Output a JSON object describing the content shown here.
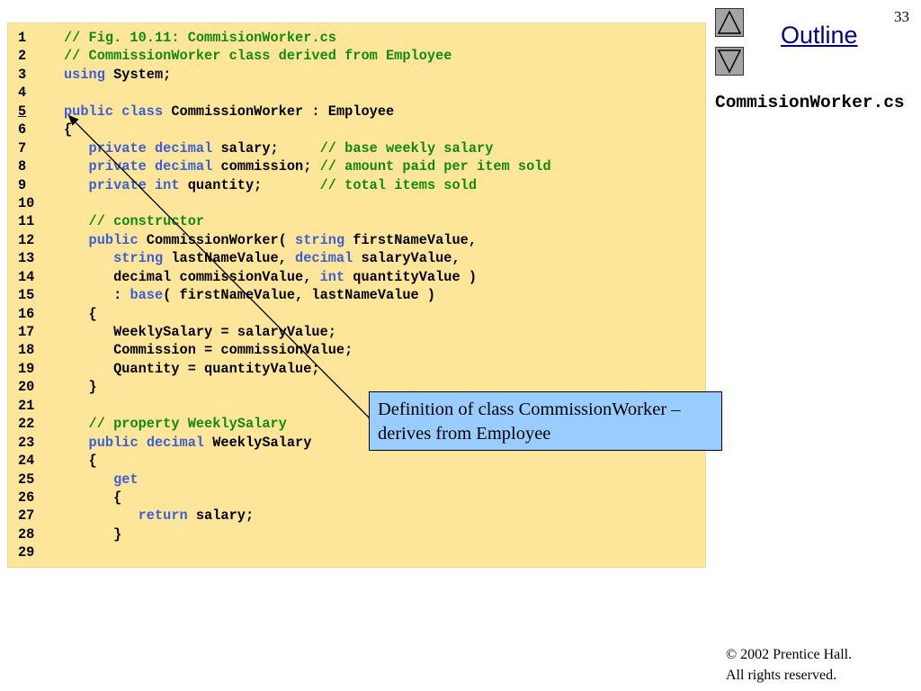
{
  "slide": {
    "page_number": "33",
    "outline_label": "Outline",
    "file_name": "CommisionWorker.cs",
    "callout_text": "Definition of class CommissionWorker – derives from Employee",
    "copyright_line1": "© 2002 Prentice Hall.",
    "copyright_line2": "All rights reserved."
  },
  "nav": {
    "up_icon": "triangle-up-icon",
    "down_icon": "triangle-down-icon"
  },
  "colors": {
    "code_background": "#fde69a",
    "keyword": "#3b5fd6",
    "comment": "#118a11",
    "callout_background": "#99ccff",
    "outline_link": "#000080"
  },
  "code": {
    "lines": [
      {
        "num": "1",
        "segments": [
          {
            "t": "// Fig. 10.11: CommisionWorker.cs",
            "k": "comment"
          }
        ]
      },
      {
        "num": "2",
        "segments": [
          {
            "t": "// CommissionWorker class derived from Employee",
            "k": "comment"
          }
        ]
      },
      {
        "num": "3",
        "segments": [
          {
            "t": "using",
            "k": "keyword"
          },
          {
            "t": " System;",
            "k": "plain"
          }
        ]
      },
      {
        "num": "4",
        "segments": []
      },
      {
        "num": "5",
        "underline": true,
        "segments": [
          {
            "t": "public",
            "k": "keyword"
          },
          {
            "t": " ",
            "k": "plain"
          },
          {
            "t": "class",
            "k": "keyword"
          },
          {
            "t": " CommissionWorker : Employee",
            "k": "plain"
          }
        ]
      },
      {
        "num": "6",
        "segments": [
          {
            "t": "{",
            "k": "plain"
          }
        ]
      },
      {
        "num": "7",
        "segments": [
          {
            "t": "   ",
            "k": "plain"
          },
          {
            "t": "private",
            "k": "keyword"
          },
          {
            "t": " ",
            "k": "plain"
          },
          {
            "t": "decimal",
            "k": "keyword"
          },
          {
            "t": " salary;     ",
            "k": "plain"
          },
          {
            "t": "// base weekly salary",
            "k": "comment"
          }
        ]
      },
      {
        "num": "8",
        "segments": [
          {
            "t": "   ",
            "k": "plain"
          },
          {
            "t": "private",
            "k": "keyword"
          },
          {
            "t": " ",
            "k": "plain"
          },
          {
            "t": "decimal",
            "k": "keyword"
          },
          {
            "t": " commission; ",
            "k": "plain"
          },
          {
            "t": "// amount paid per item sold",
            "k": "comment"
          }
        ]
      },
      {
        "num": "9",
        "segments": [
          {
            "t": "   ",
            "k": "plain"
          },
          {
            "t": "private",
            "k": "keyword"
          },
          {
            "t": " ",
            "k": "plain"
          },
          {
            "t": "int",
            "k": "keyword"
          },
          {
            "t": " quantity;       ",
            "k": "plain"
          },
          {
            "t": "// total items sold",
            "k": "comment"
          }
        ]
      },
      {
        "num": "10",
        "segments": []
      },
      {
        "num": "11",
        "segments": [
          {
            "t": "   ",
            "k": "plain"
          },
          {
            "t": "// constructor",
            "k": "comment"
          }
        ]
      },
      {
        "num": "12",
        "segments": [
          {
            "t": "   ",
            "k": "plain"
          },
          {
            "t": "public",
            "k": "keyword"
          },
          {
            "t": " CommissionWorker( ",
            "k": "plain"
          },
          {
            "t": "string",
            "k": "keyword"
          },
          {
            "t": " firstNameValue,",
            "k": "plain"
          }
        ]
      },
      {
        "num": "13",
        "segments": [
          {
            "t": "      ",
            "k": "plain"
          },
          {
            "t": "string",
            "k": "keyword"
          },
          {
            "t": " lastNameValue, ",
            "k": "plain"
          },
          {
            "t": "decimal",
            "k": "keyword"
          },
          {
            "t": " salaryValue,",
            "k": "plain"
          }
        ]
      },
      {
        "num": "14",
        "segments": [
          {
            "t": "      decimal commissionValue, ",
            "k": "plain"
          },
          {
            "t": "int",
            "k": "keyword"
          },
          {
            "t": " quantityValue )",
            "k": "plain"
          }
        ]
      },
      {
        "num": "15",
        "segments": [
          {
            "t": "      : ",
            "k": "plain"
          },
          {
            "t": "base",
            "k": "keyword"
          },
          {
            "t": "( firstNameValue, lastNameValue )",
            "k": "plain"
          }
        ]
      },
      {
        "num": "16",
        "segments": [
          {
            "t": "   {",
            "k": "plain"
          }
        ]
      },
      {
        "num": "17",
        "segments": [
          {
            "t": "      WeeklySalary = salaryValue;",
            "k": "plain"
          }
        ]
      },
      {
        "num": "18",
        "segments": [
          {
            "t": "      Commission = commissionValue;",
            "k": "plain"
          }
        ]
      },
      {
        "num": "19",
        "segments": [
          {
            "t": "      Quantity = quantityValue;",
            "k": "plain"
          }
        ]
      },
      {
        "num": "20",
        "segments": [
          {
            "t": "   }",
            "k": "plain"
          }
        ]
      },
      {
        "num": "21",
        "segments": []
      },
      {
        "num": "22",
        "segments": [
          {
            "t": "   ",
            "k": "plain"
          },
          {
            "t": "// property WeeklySalary",
            "k": "comment"
          }
        ]
      },
      {
        "num": "23",
        "segments": [
          {
            "t": "   ",
            "k": "plain"
          },
          {
            "t": "public",
            "k": "keyword"
          },
          {
            "t": " ",
            "k": "plain"
          },
          {
            "t": "decimal",
            "k": "keyword"
          },
          {
            "t": " WeeklySalary",
            "k": "plain"
          }
        ]
      },
      {
        "num": "24",
        "segments": [
          {
            "t": "   {",
            "k": "plain"
          }
        ]
      },
      {
        "num": "25",
        "segments": [
          {
            "t": "      ",
            "k": "plain"
          },
          {
            "t": "get",
            "k": "keyword"
          }
        ]
      },
      {
        "num": "26",
        "segments": [
          {
            "t": "      {",
            "k": "plain"
          }
        ]
      },
      {
        "num": "27",
        "segments": [
          {
            "t": "         ",
            "k": "plain"
          },
          {
            "t": "return",
            "k": "keyword"
          },
          {
            "t": " salary;",
            "k": "plain"
          }
        ]
      },
      {
        "num": "28",
        "segments": [
          {
            "t": "      }",
            "k": "plain"
          }
        ]
      },
      {
        "num": "29",
        "segments": []
      }
    ]
  }
}
